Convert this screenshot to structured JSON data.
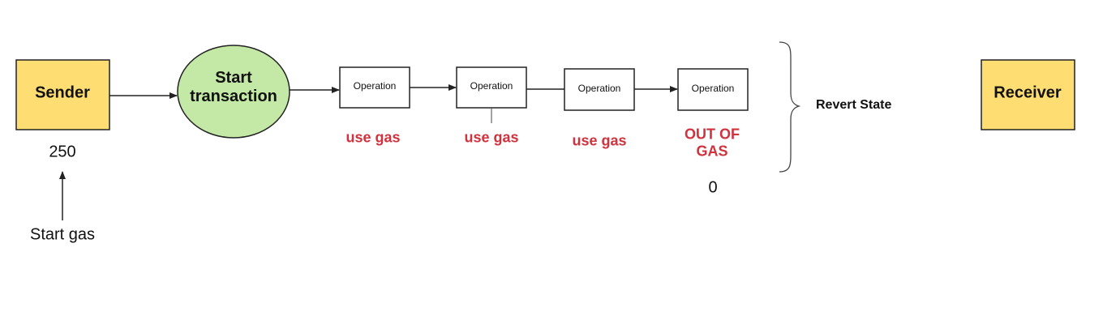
{
  "sender": {
    "label": "Sender",
    "gas_value": "250"
  },
  "start_gas_label": "Start gas",
  "start_transaction": {
    "label": "Start transaction"
  },
  "operations": [
    {
      "label": "Operation",
      "gas_note": "use gas"
    },
    {
      "label": "Operation",
      "gas_note": "use gas"
    },
    {
      "label": "Operation",
      "gas_note": "use gas"
    },
    {
      "label": "Operation",
      "gas_note": "OUT OF GAS",
      "remaining": "0"
    }
  ],
  "revert_label": "Revert State",
  "receiver": {
    "label": "Receiver"
  },
  "colors": {
    "box_fill": "#fede72",
    "ellipse_fill": "#c4e8a6",
    "gas_text": "#d0323e",
    "stroke": "#222222"
  }
}
